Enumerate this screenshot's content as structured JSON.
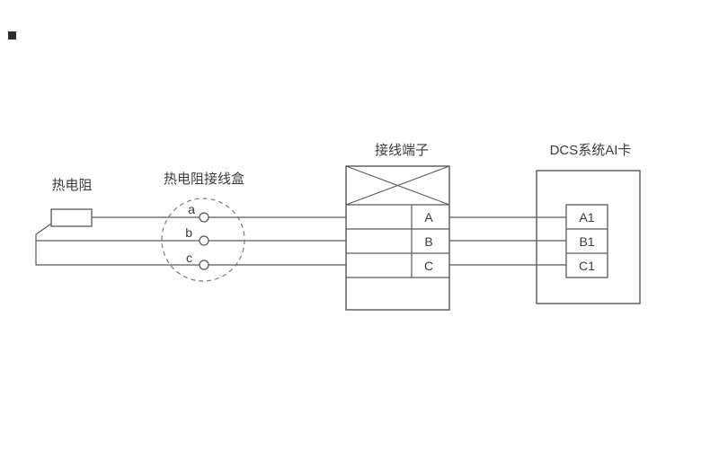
{
  "labels": {
    "rtd": "热电阻",
    "junction_box": "热电阻接线盒",
    "terminal_strip": "接线端子",
    "dcs_card": "DCS系统AI卡"
  },
  "junction_box": {
    "terminals": [
      "a",
      "b",
      "c"
    ]
  },
  "terminal_strip": {
    "rows": [
      "A",
      "B",
      "C"
    ]
  },
  "dcs_card": {
    "channels": [
      "A1",
      "B1",
      "C1"
    ]
  },
  "colors": {
    "line": "#595959",
    "text": "#3c3c3c",
    "background": "#ffffff"
  }
}
